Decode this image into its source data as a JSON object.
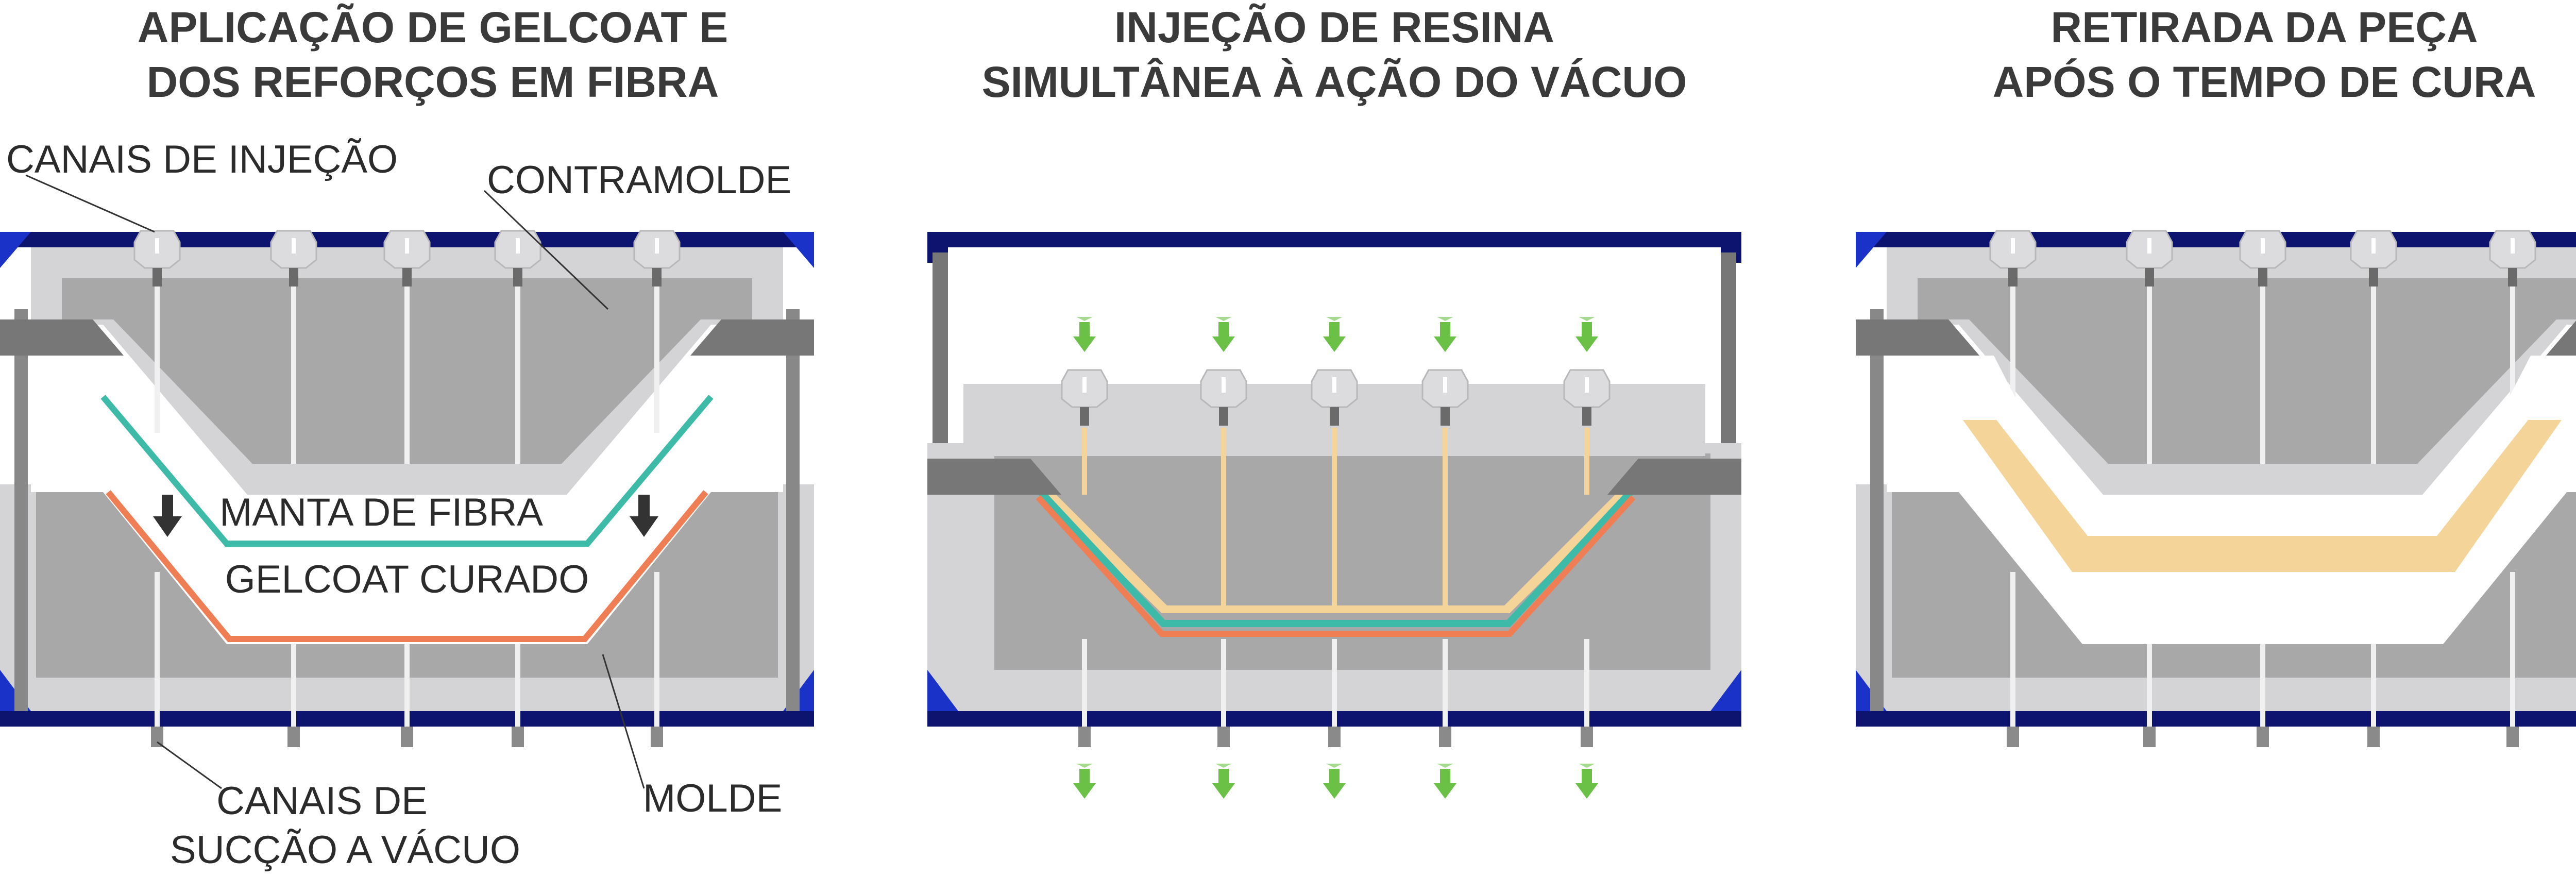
{
  "colors": {
    "mold_dark_blue": "#0d1470",
    "mold_bright_blue": "#1a32c8",
    "frame_light_gray": "#d4d4d6",
    "core_gray": "#a8a8a8",
    "clamp_dark_gray": "#777777",
    "channel_gray": "#8a8a8a",
    "fiber_teal": "#3dbba8",
    "gelcoat_orange": "#ef7e55",
    "resin_beige": "#f5d49a",
    "arrow_green": "#6ac146",
    "arrow_dark": "#333333"
  },
  "panels": [
    {
      "title_lines": [
        "APLICAÇÃO DE GELCOAT E",
        "DOS REFORÇOS EM FIBRA"
      ],
      "labels": {
        "injection_channels": "CANAIS DE INJEÇÃO",
        "counter_mold": "CONTRAMOLDE",
        "fiber_mat": "MANTA DE FIBRA",
        "cured_gelcoat": "GELCOAT CURADO",
        "vacuum_channels_line1": "CANAIS DE",
        "vacuum_channels_line2": "SUCÇÃO A VÁCUO",
        "mold": "MOLDE"
      }
    },
    {
      "title_lines": [
        "INJEÇÃO DE RESINA",
        "SIMULTÂNEA À AÇÃO DO VÁCUO"
      ]
    },
    {
      "title_lines": [
        "RETIRADA DA PEÇA",
        "APÓS O TEMPO DE CURA"
      ]
    }
  ]
}
